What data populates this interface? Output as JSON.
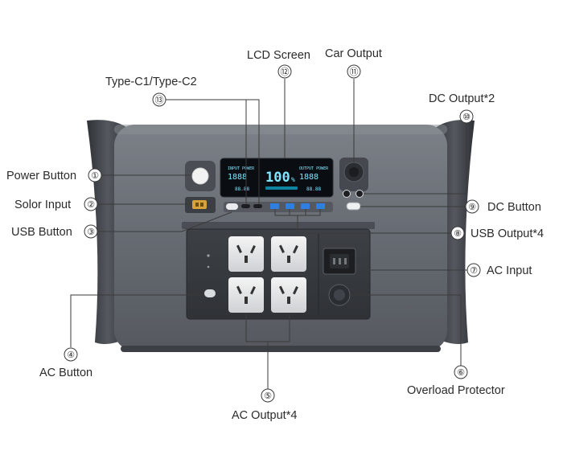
{
  "callouts": [
    {
      "number": "①",
      "label": "Power Button"
    },
    {
      "number": "②",
      "label": "Solor Input"
    },
    {
      "number": "③",
      "label": "USB Button"
    },
    {
      "number": "④",
      "label": "AC Button"
    },
    {
      "number": "⑤",
      "label": "AC Output*4"
    },
    {
      "number": "⑥",
      "label": "Overload Protector"
    },
    {
      "number": "⑦",
      "label": "AC Input"
    },
    {
      "number": "⑧",
      "label": "USB Output*4"
    },
    {
      "number": "⑨",
      "label": "DC Button"
    },
    {
      "number": "⑩",
      "label": "DC Output*2"
    },
    {
      "number": "⑪",
      "label": "Car Output"
    },
    {
      "number": "⑫",
      "label": "LCD Screen"
    },
    {
      "number": "⑬",
      "label": "Type-C1/Type-C2"
    }
  ],
  "lcd": {
    "left_header": "INPUT POWER",
    "right_header": "OUTPUT POWER",
    "left_value": "1888",
    "right_value": "1888",
    "center_value": "100",
    "center_unit": "%",
    "left_sub": "88.88",
    "right_sub": "88.88"
  },
  "colors": {
    "body": "#6b7077",
    "accent_blue": "#2f7fe0",
    "lcd_glow": "#7fe6ff"
  }
}
